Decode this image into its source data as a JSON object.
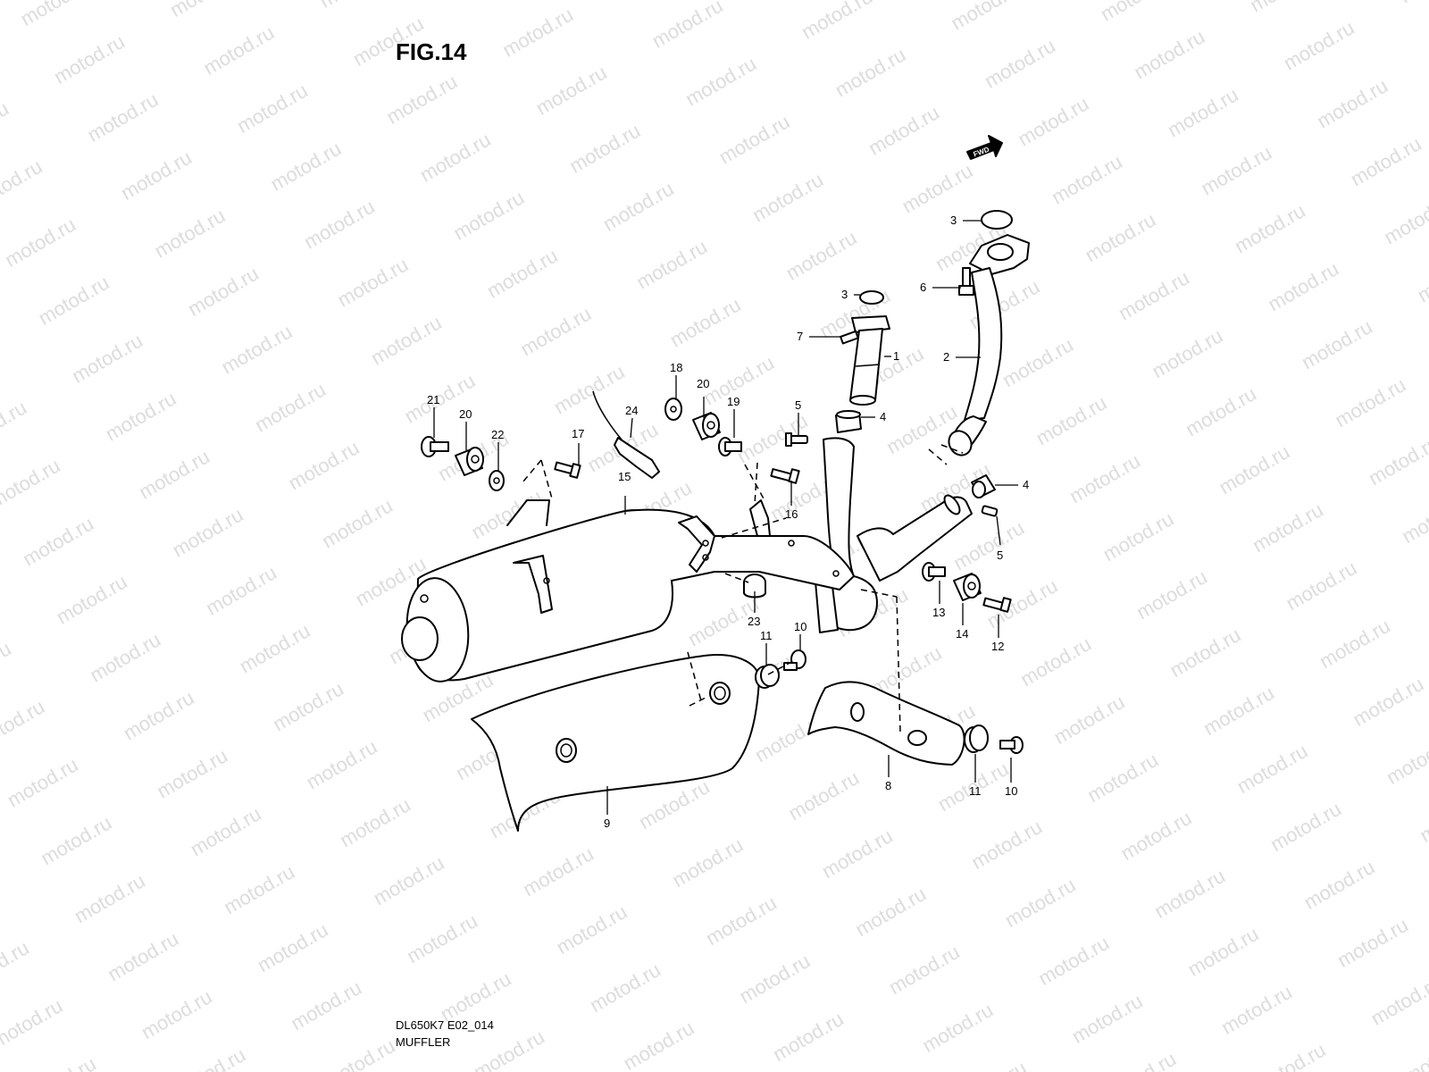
{
  "figure": {
    "title": "FIG.14",
    "diagram_code": "DL650K7 E02_014",
    "caption": "MUFFLER",
    "direction_label": "FWD",
    "watermark": "motod.ru"
  },
  "callouts": [
    {
      "id": "c-1",
      "label": "1"
    },
    {
      "id": "c-2",
      "label": "2"
    },
    {
      "id": "c-3a",
      "label": "3"
    },
    {
      "id": "c-3b",
      "label": "3"
    },
    {
      "id": "c-4a",
      "label": "4"
    },
    {
      "id": "c-4b",
      "label": "4"
    },
    {
      "id": "c-5a",
      "label": "5"
    },
    {
      "id": "c-5b",
      "label": "5"
    },
    {
      "id": "c-6",
      "label": "6"
    },
    {
      "id": "c-7",
      "label": "7"
    },
    {
      "id": "c-8",
      "label": "8"
    },
    {
      "id": "c-9",
      "label": "9"
    },
    {
      "id": "c-10a",
      "label": "10"
    },
    {
      "id": "c-10b",
      "label": "10"
    },
    {
      "id": "c-11a",
      "label": "11"
    },
    {
      "id": "c-11b",
      "label": "11"
    },
    {
      "id": "c-12",
      "label": "12"
    },
    {
      "id": "c-13",
      "label": "13"
    },
    {
      "id": "c-14",
      "label": "14"
    },
    {
      "id": "c-15",
      "label": "15"
    },
    {
      "id": "c-16",
      "label": "16"
    },
    {
      "id": "c-17",
      "label": "17"
    },
    {
      "id": "c-18",
      "label": "18"
    },
    {
      "id": "c-19",
      "label": "19"
    },
    {
      "id": "c-20a",
      "label": "20"
    },
    {
      "id": "c-20b",
      "label": "20"
    },
    {
      "id": "c-21",
      "label": "21"
    },
    {
      "id": "c-22",
      "label": "22"
    },
    {
      "id": "c-23",
      "label": "23"
    },
    {
      "id": "c-24",
      "label": "24"
    }
  ],
  "colors": {
    "line": "#000000",
    "background": "#ffffff",
    "watermark": "#d9d9d9"
  }
}
